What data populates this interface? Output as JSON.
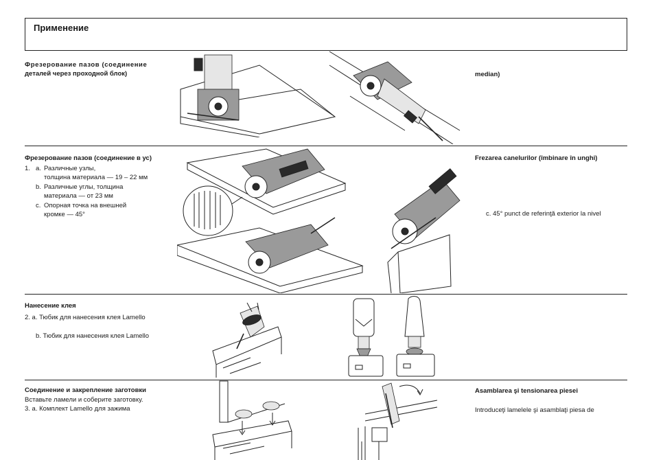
{
  "header": {
    "title": "Применение"
  },
  "section1": {
    "title_ru": "Фрезерование пазов (соединение деталей через проходной блок)",
    "title_line1": "Фрезерование пазов (соединение",
    "title_line2": "деталей через проходной блок)",
    "right_text": "median)"
  },
  "section2": {
    "title_ru": "Фрезерование пазов (соединение в ус)",
    "items": [
      {
        "num": "1.",
        "letter": "a.",
        "line1": "Различные узлы,",
        "line2": "толщина материала — 19 – 22 мм"
      },
      {
        "letter": "b.",
        "line1": "Различные углы, толщина",
        "line2": "материала — от 23 мм"
      },
      {
        "letter": "c.",
        "line1": "Опорная точка на внешней",
        "line2": "кромке — 45°"
      }
    ],
    "right_title": "Frezarea canelurilor (îmbinare în unghi)",
    "right_text": "c. 45° punct de referinţă exterior la nivel"
  },
  "section3": {
    "title_ru": "Нанесение клея",
    "item_a": "2.  a. Тюбик для нанесения клея Lamello",
    "item_b": "b. Тюбик для нанесения клея Lamello"
  },
  "section4": {
    "title_ru": "Соединение и закрепление заготовки",
    "line1": "Вставьте ламели и соберите заготовку.",
    "line2": "3.  a. Комплект Lamello для зажима",
    "right_title": "Asamblarea şi tensionarea piesei",
    "right_text": "Introduceţi lamelele şi asamblaţi piesa de"
  },
  "icons": {
    "ill_1a": "biscuit-joiner-vertical-illustration",
    "ill_1b": "biscuit-joiner-angled-illustration",
    "ill_2a": "biscuit-joiner-miter-illustration",
    "ill_2b": "biscuit-joiner-45-illustration",
    "ill_3a": "glue-bottle-illustration",
    "ill_3b": "glue-bottle-stand-illustration",
    "ill_4a": "biscuit-assembly-illustration",
    "ill_4b": "clamp-illustration"
  }
}
